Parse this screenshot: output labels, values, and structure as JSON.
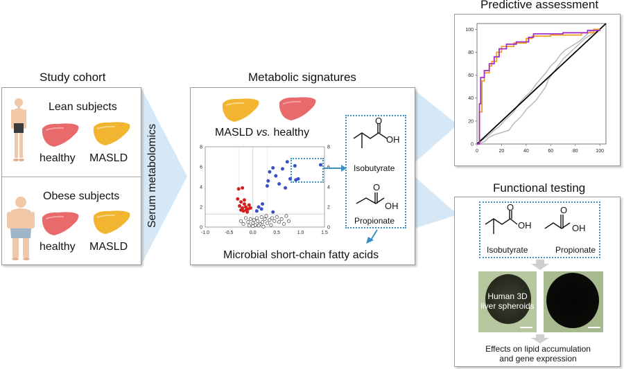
{
  "colors": {
    "healthy_liver": "#e86a6a",
    "masld_liver": "#f2b531",
    "up_points": "#3a4fc4",
    "down_points": "#d42020",
    "arrow_fill": "#cfe3f2",
    "dotted_box": "#3a8fc4",
    "roc_orange": "#f0a020",
    "roc_purple": "#a02fc8",
    "roc_gray": "#b5b5b5",
    "roc_black": "#000000"
  },
  "titles": {
    "study_cohort": "Study cohort",
    "metabolic_signatures": "Metabolic signatures",
    "predictive_assessment": "Predictive assessment",
    "functional_testing": "Functional testing"
  },
  "cohort": {
    "lean_title": "Lean subjects",
    "obese_title": "Obese subjects",
    "healthy_label": "healthy",
    "masld_label": "MASLD",
    "connector": "Serum metabolomics"
  },
  "signatures": {
    "comparison_prefix": "MASLD ",
    "comparison_vs": "vs.",
    "comparison_suffix": " healthy",
    "molecule1": "Isobutyrate",
    "molecule2": "Propionate",
    "footer": "Microbial short-chain fatty acids",
    "oh": "OH",
    "o": "O"
  },
  "volcano": {
    "x_ticks": [
      "-1.0",
      "-0.5",
      "0.0",
      "0.5",
      "1.0",
      "1.5"
    ],
    "y_ticks": [
      "0",
      "2",
      "4",
      "6",
      "8"
    ],
    "red_points": [
      [
        -0.3,
        3.8
      ],
      [
        -0.22,
        3.9
      ],
      [
        -0.32,
        2.8
      ],
      [
        -0.25,
        2.5
      ],
      [
        -0.18,
        2.7
      ],
      [
        -0.28,
        2.1
      ],
      [
        -0.22,
        1.9
      ],
      [
        -0.15,
        2.0
      ],
      [
        -0.1,
        1.8
      ],
      [
        -0.2,
        1.6
      ],
      [
        -0.12,
        1.5
      ],
      [
        -0.25,
        1.7
      ],
      [
        -0.08,
        2.2
      ],
      [
        -0.18,
        2.3
      ],
      [
        -0.05,
        1.9
      ],
      [
        -0.14,
        1.7
      ]
    ],
    "blue_points": [
      [
        0.72,
        6.5
      ],
      [
        0.88,
        6.1
      ],
      [
        0.62,
        5.8
      ],
      [
        0.42,
        5.9
      ],
      [
        0.35,
        5.5
      ],
      [
        0.48,
        5.1
      ],
      [
        0.32,
        4.6
      ],
      [
        0.55,
        4.3
      ],
      [
        0.78,
        4.8
      ],
      [
        0.9,
        4.7
      ],
      [
        0.95,
        4.8
      ],
      [
        1.42,
        6.2
      ],
      [
        0.3,
        4.1
      ],
      [
        0.68,
        3.9
      ],
      [
        0.12,
        2.0
      ],
      [
        0.18,
        1.8
      ],
      [
        0.08,
        1.6
      ],
      [
        0.2,
        2.3
      ],
      [
        0.42,
        1.5
      ]
    ],
    "gray_points": [
      [
        -0.2,
        0.3
      ],
      [
        -0.1,
        0.5
      ],
      [
        0.0,
        0.4
      ],
      [
        0.05,
        0.2
      ],
      [
        0.1,
        0.6
      ],
      [
        0.15,
        0.3
      ],
      [
        0.2,
        0.5
      ],
      [
        0.25,
        0.8
      ],
      [
        0.3,
        0.4
      ],
      [
        0.35,
        0.7
      ],
      [
        0.4,
        0.9
      ],
      [
        0.45,
        0.6
      ],
      [
        0.5,
        1.0
      ],
      [
        0.55,
        0.5
      ],
      [
        0.6,
        0.8
      ],
      [
        0.65,
        0.3
      ],
      [
        0.7,
        1.1
      ],
      [
        0.75,
        0.6
      ],
      [
        -0.05,
        0.8
      ],
      [
        -0.15,
        0.9
      ],
      [
        0.0,
        0.1
      ],
      [
        0.08,
        0.9
      ],
      [
        0.12,
        0.15
      ],
      [
        -0.08,
        0.15
      ],
      [
        0.28,
        1.1
      ],
      [
        0.38,
        0.2
      ],
      [
        0.22,
        0.05
      ],
      [
        -0.25,
        0.6
      ],
      [
        0.02,
        0.7
      ],
      [
        0.18,
        1.0
      ]
    ]
  },
  "roc": {
    "x_ticks": [
      "0",
      "20",
      "40",
      "60",
      "80",
      "100"
    ],
    "y_ticks": [
      "0",
      "20",
      "40",
      "60",
      "80",
      "100"
    ],
    "orange": [
      [
        0,
        0
      ],
      [
        2,
        0
      ],
      [
        2,
        28
      ],
      [
        4,
        28
      ],
      [
        4,
        55
      ],
      [
        6,
        55
      ],
      [
        6,
        62
      ],
      [
        10,
        62
      ],
      [
        10,
        68
      ],
      [
        12,
        68
      ],
      [
        12,
        72
      ],
      [
        16,
        72
      ],
      [
        16,
        80
      ],
      [
        20,
        80
      ],
      [
        20,
        85
      ],
      [
        30,
        85
      ],
      [
        30,
        88
      ],
      [
        40,
        88
      ],
      [
        40,
        92
      ],
      [
        45,
        92
      ],
      [
        45,
        94
      ],
      [
        60,
        94
      ],
      [
        60,
        95
      ],
      [
        85,
        95
      ],
      [
        85,
        97
      ],
      [
        95,
        97
      ],
      [
        95,
        100
      ],
      [
        100,
        100
      ]
    ],
    "purple": [
      [
        0,
        0
      ],
      [
        2,
        0
      ],
      [
        2,
        35
      ],
      [
        3,
        35
      ],
      [
        3,
        58
      ],
      [
        6,
        58
      ],
      [
        6,
        64
      ],
      [
        10,
        64
      ],
      [
        10,
        70
      ],
      [
        14,
        70
      ],
      [
        14,
        76
      ],
      [
        18,
        76
      ],
      [
        18,
        83
      ],
      [
        24,
        83
      ],
      [
        24,
        87
      ],
      [
        32,
        87
      ],
      [
        32,
        89
      ],
      [
        42,
        89
      ],
      [
        42,
        93
      ],
      [
        46,
        93
      ],
      [
        46,
        96
      ],
      [
        70,
        96
      ],
      [
        70,
        97
      ],
      [
        90,
        97
      ],
      [
        90,
        99
      ],
      [
        100,
        99
      ],
      [
        100,
        100
      ]
    ],
    "gray": [
      [
        0,
        0
      ],
      [
        4,
        3
      ],
      [
        10,
        8
      ],
      [
        14,
        12
      ],
      [
        18,
        15
      ],
      [
        22,
        20
      ],
      [
        26,
        24
      ],
      [
        30,
        28
      ],
      [
        34,
        35
      ],
      [
        38,
        40
      ],
      [
        44,
        46
      ],
      [
        48,
        52
      ],
      [
        52,
        57
      ],
      [
        56,
        62
      ],
      [
        60,
        68
      ],
      [
        64,
        72
      ],
      [
        68,
        78
      ],
      [
        72,
        82
      ],
      [
        78,
        86
      ],
      [
        84,
        90
      ],
      [
        88,
        94
      ],
      [
        92,
        98
      ],
      [
        100,
        100
      ]
    ],
    "gray2": [
      [
        0,
        0
      ],
      [
        6,
        2
      ],
      [
        10,
        6
      ],
      [
        14,
        8
      ],
      [
        20,
        10
      ],
      [
        26,
        12
      ],
      [
        30,
        18
      ],
      [
        36,
        24
      ],
      [
        40,
        30
      ],
      [
        44,
        34
      ],
      [
        48,
        38
      ],
      [
        52,
        44
      ],
      [
        56,
        50
      ],
      [
        58,
        56
      ],
      [
        62,
        62
      ],
      [
        66,
        68
      ],
      [
        70,
        74
      ],
      [
        76,
        80
      ],
      [
        82,
        86
      ],
      [
        88,
        92
      ],
      [
        94,
        96
      ],
      [
        100,
        100
      ]
    ]
  },
  "functional": {
    "molecule1": "Isobutyrate",
    "molecule2": "Propionate",
    "spheroid_label": "Human 3D liver spheroids",
    "spheroid_line1": "Human 3D",
    "spheroid_line2": "liver spheroids",
    "effects_line1": "Effects on lipid accumulation",
    "effects_line2": "and gene expression",
    "oh": "OH",
    "o": "O"
  }
}
